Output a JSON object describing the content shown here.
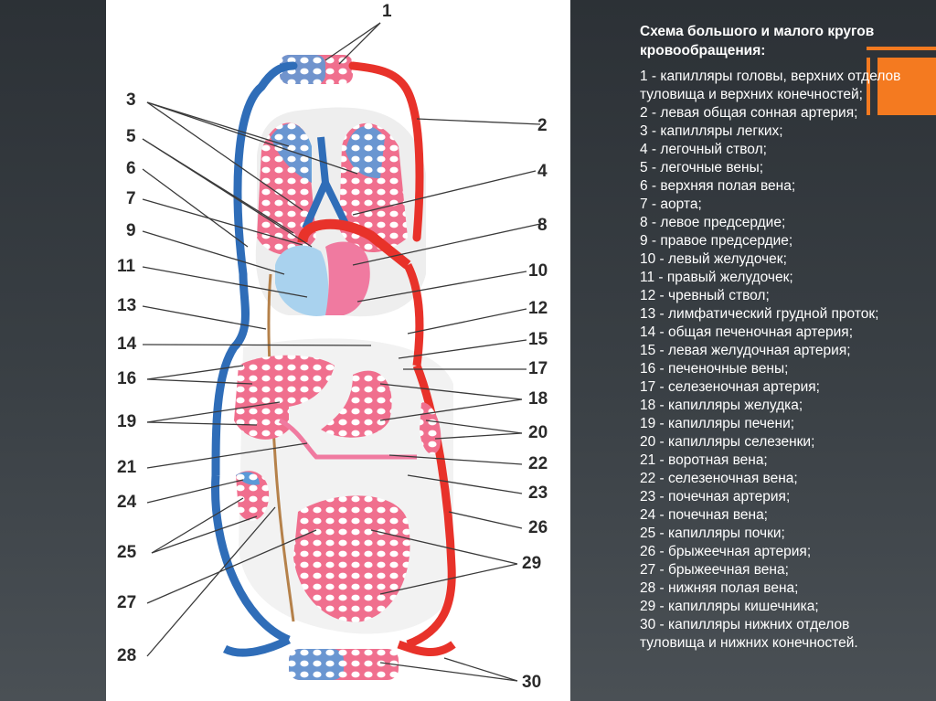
{
  "slide": {
    "title": "Схема большого и малого кругов кровообращения:",
    "legend": [
      "1 - капилляры головы, верхних отделов туловища и верхних конечностей;",
      "2 - левая общая сонная артерия;",
      "3 - капилляры легких;",
      "4 - легочный ствол;",
      "5 - легочные вены;",
      "6 - верхняя полая вена;",
      "7 - аорта;",
      "8 - левое предсердие;",
      "9 - правое предсердие;",
      "10 - левый желудочек;",
      "11 - правый желудочек;",
      "12 - чревный ствол;",
      "13 - лимфатический грудной проток;",
      "14 - общая печеночная артерия;",
      "15 - левая желудочная артерия;",
      "16 - печеночные вены;",
      "17 - селезеночная артерия;",
      "18 - капилляры желудка;",
      "19 - капилляры печени;",
      "20 - капилляры селезенки;",
      "21 - воротная вена;",
      "22 - селезеночная вена;",
      "23 - почечная артерия;",
      "24 - почечная вена;",
      "25 - капилляры почки;",
      "26 - брыжеечная артерия;",
      "27 - брыжеечная вена;",
      "28 - нижняя полая вена;",
      "29 - капилляры кишечника;",
      "30 - капилляры нижних отделов туловища и нижних конечностей."
    ]
  },
  "diagram": {
    "labels": [
      "1",
      "2",
      "3",
      "4",
      "5",
      "6",
      "7",
      "8",
      "9",
      "10",
      "11",
      "12",
      "13",
      "14",
      "15",
      "16",
      "17",
      "18",
      "19",
      "20",
      "21",
      "22",
      "23",
      "24",
      "25",
      "26",
      "27",
      "28",
      "29",
      "30"
    ],
    "colors": {
      "artery": "#e8322a",
      "vein": "#2f6db8",
      "capillary": "#f07aa0",
      "heart_right": "#a9d2ee",
      "lymph": "#b5814a",
      "accent": "#f47a20"
    }
  }
}
